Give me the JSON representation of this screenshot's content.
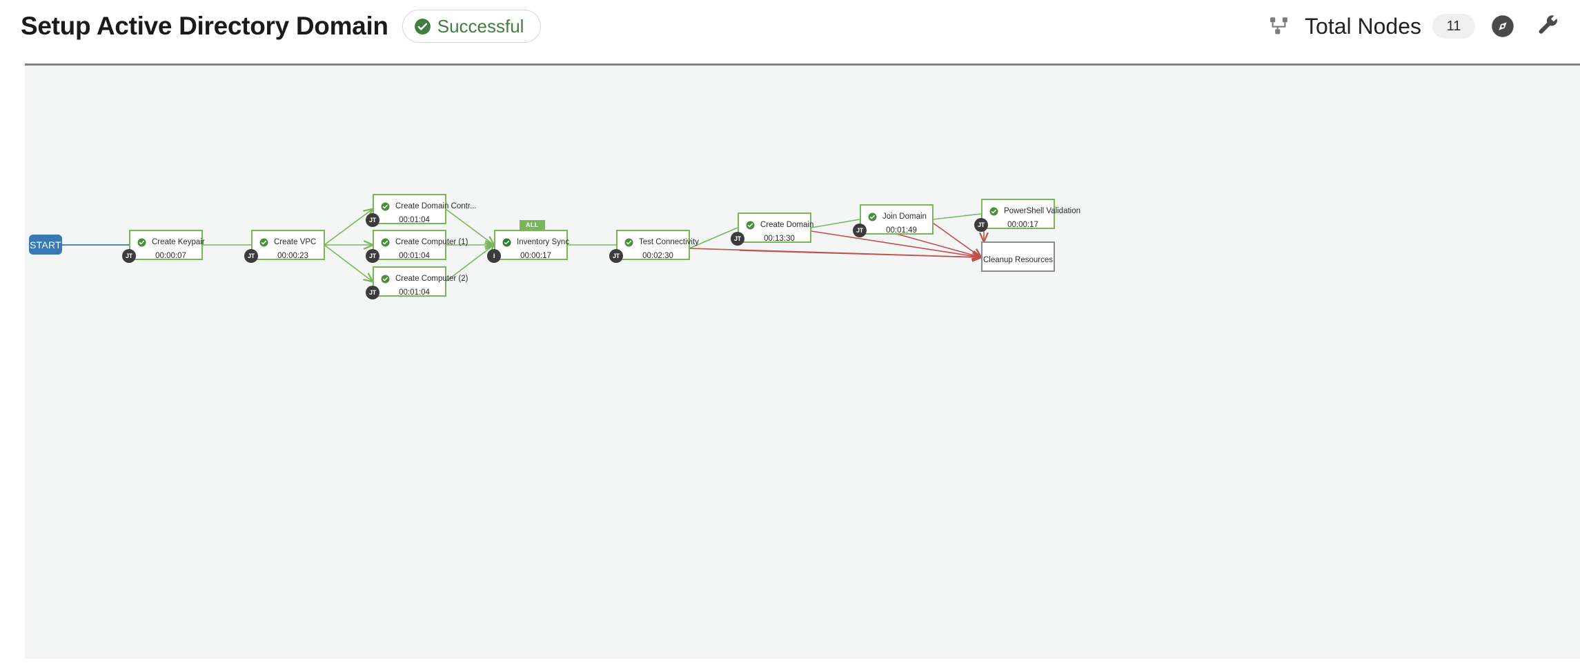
{
  "header": {
    "title": "Setup Active Directory Domain",
    "status": {
      "label": "Successful",
      "icon": "check-circle-icon",
      "color": "#3f7e3f"
    },
    "sitemap_icon": "sitemap-icon",
    "total_nodes_label": "Total Nodes",
    "total_nodes_count": "11",
    "compass_icon": "compass-icon",
    "wrench_icon": "wrench-icon"
  },
  "canvas": {
    "background": "#f4f5f5",
    "start_label": "START",
    "start_color": "#3778b5",
    "success_color": "#7ab55c",
    "failure_color": "#c0504d",
    "pending_color": "#8b8b8b",
    "nodes": [
      {
        "id": "create-keypair",
        "title": "Create Keypair",
        "duration": "00:00:07",
        "status": "success",
        "actor": "JT"
      },
      {
        "id": "create-vpc",
        "title": "Create VPC",
        "duration": "00:00:23",
        "status": "success",
        "actor": "JT"
      },
      {
        "id": "create-domain-controller",
        "title": "Create Domain Contr...",
        "duration": "00:01:04",
        "status": "success",
        "actor": "JT"
      },
      {
        "id": "create-computer-1",
        "title": "Create Computer (1)",
        "duration": "00:01:04",
        "status": "success",
        "actor": "JT"
      },
      {
        "id": "create-computer-2",
        "title": "Create Computer (2)",
        "duration": "00:01:04",
        "status": "success",
        "actor": "JT"
      },
      {
        "id": "inventory-sync",
        "title": "Inventory Sync",
        "duration": "00:00:17",
        "status": "success",
        "actor": "I",
        "badge": "ALL"
      },
      {
        "id": "test-connectivity",
        "title": "Test Connectivity",
        "duration": "00:02:30",
        "status": "success",
        "actor": "JT"
      },
      {
        "id": "create-domain",
        "title": "Create Domain",
        "duration": "00:13:30",
        "status": "success",
        "actor": "JT"
      },
      {
        "id": "join-domain",
        "title": "Join Domain",
        "duration": "00:01:49",
        "status": "success",
        "actor": "JT"
      },
      {
        "id": "powershell-validation",
        "title": "PowerShell Validation",
        "duration": "00:00:17",
        "status": "success",
        "actor": "JT"
      },
      {
        "id": "cleanup-resources",
        "title": "Cleanup Resources",
        "duration": "",
        "status": "pending",
        "actor": ""
      }
    ]
  }
}
